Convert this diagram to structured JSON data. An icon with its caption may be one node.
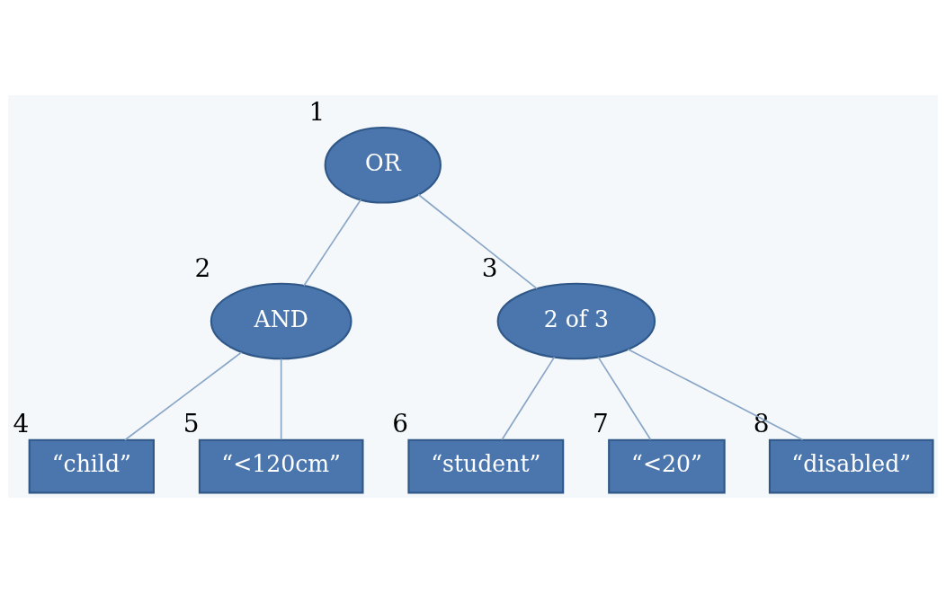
{
  "diagram": {
    "nodes": [
      {
        "text": [
          "OR"
        ],
        "beside": [
          "1"
        ]
      },
      {
        "text": [
          "AND"
        ],
        "beside": [
          "2"
        ]
      },
      {
        "text": [
          "2 of 3"
        ],
        "beside": [
          "3"
        ]
      },
      {
        "text": [
          "“child”"
        ],
        "beside": [
          "4"
        ]
      },
      {
        "text": [
          "“<120cm”"
        ],
        "beside": [
          "5"
        ]
      },
      {
        "text": [
          "“student”"
        ],
        "beside": [
          "6"
        ]
      },
      {
        "text": [
          "“<20”"
        ],
        "beside": [
          "7"
        ]
      },
      {
        "text": [
          "“disabled”"
        ],
        "beside": [
          "8"
        ]
      }
    ],
    "edges": [
      {
        "from": 0,
        "to": 1,
        "arrow": "none"
      },
      {
        "from": 0,
        "to": 2,
        "arrow": "none"
      },
      {
        "from": 1,
        "to": 3,
        "arrow": "none"
      },
      {
        "from": 1,
        "to": 4,
        "arrow": "none"
      },
      {
        "from": 2,
        "to": 5,
        "arrow": "none"
      },
      {
        "from": 2,
        "to": 6,
        "arrow": "none"
      },
      {
        "from": 2,
        "to": 7,
        "arrow": "none"
      }
    ]
  }
}
